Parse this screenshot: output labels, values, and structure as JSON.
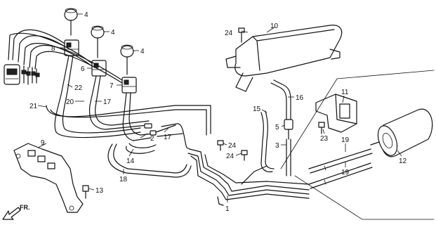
{
  "callouts": {
    "c1": "1",
    "c2": "2",
    "c3": "3",
    "c4a": "4",
    "c4b": "4",
    "c4c": "4",
    "c5": "5",
    "c6": "6",
    "c7": "7",
    "c8": "8",
    "c9": "9",
    "c10": "10",
    "c11": "11",
    "c12": "12",
    "c13": "13",
    "c14": "14",
    "c15": "15",
    "c16": "16",
    "c17a": "17",
    "c17b": "17",
    "c18": "18",
    "c19a": "19",
    "c19b": "19",
    "c20": "20",
    "c21": "21",
    "c22": "22",
    "c23": "23",
    "c24a": "24",
    "c24b": "24",
    "c24c": "24"
  },
  "direction_label": "FR."
}
